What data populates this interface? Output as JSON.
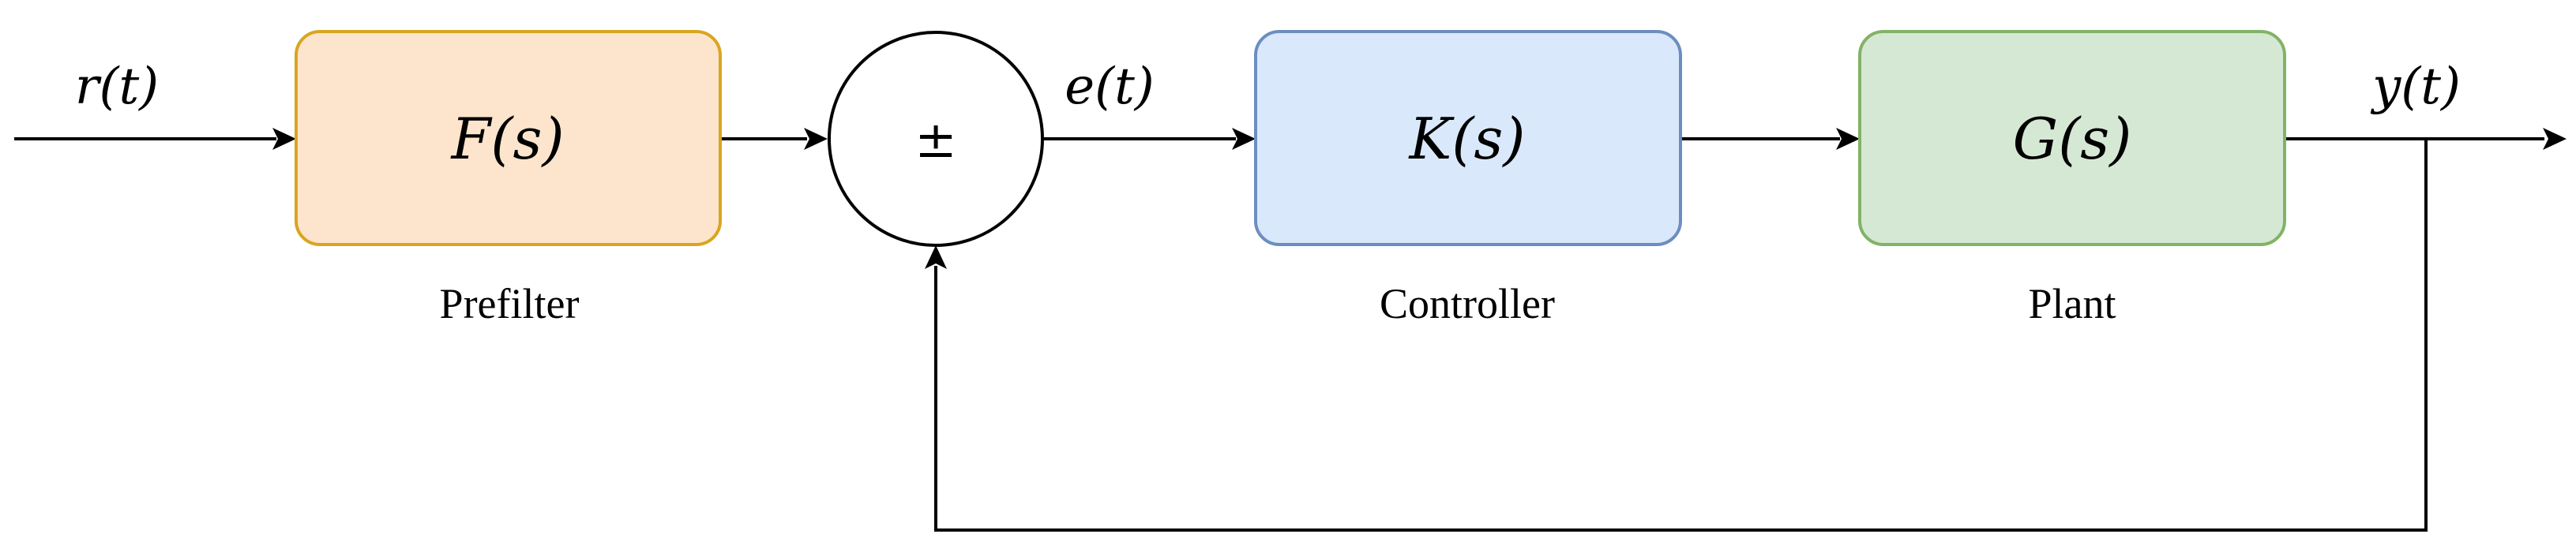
{
  "signals": {
    "reference": "r(t)",
    "error": "e(t)",
    "output": "y(t)"
  },
  "summing_junction": {
    "symbol": "±"
  },
  "blocks": {
    "prefilter": {
      "transfer_function": "F(s)",
      "caption": "Prefilter",
      "fill": "#fde5cd",
      "stroke": "#d9a521"
    },
    "controller": {
      "transfer_function": "K(s)",
      "caption": "Controller",
      "fill": "#dae8fb",
      "stroke": "#6c8ebf"
    },
    "plant": {
      "transfer_function": "G(s)",
      "caption": "Plant",
      "fill": "#d5e8d4",
      "stroke": "#82b366"
    }
  }
}
